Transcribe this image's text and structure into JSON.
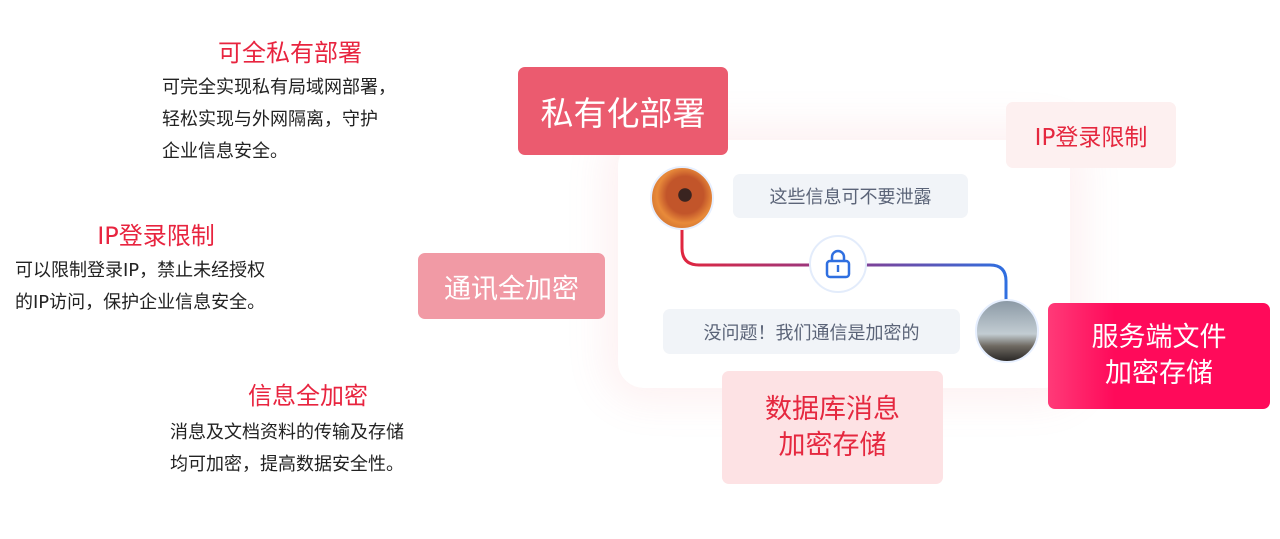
{
  "features": [
    {
      "title": "可全私有部署",
      "lines": [
        "可完全实现私有局域网部署，",
        "轻松实现与外网隔离，守护",
        "企业信息安全。"
      ]
    },
    {
      "title": "IP登录限制",
      "lines": [
        "可以限制登录IP，禁止未经授权",
        "的IP访问，保护企业信息安全。"
      ]
    },
    {
      "title": "信息全加密",
      "lines": [
        "消息及文档资料的传输及存储",
        "均可加密，提高数据安全性。"
      ]
    }
  ],
  "tags": {
    "private_deploy": "私有化部署",
    "ip_limit": "IP登录限制",
    "comm_encrypt": "通讯全加密",
    "server_file": [
      "服务端文件",
      "加密存储"
    ],
    "db_message": [
      "数据库消息",
      "加密存储"
    ]
  },
  "chat": {
    "message1": "这些信息可不要泄露",
    "message2": "没问题！我们通信是加密的"
  },
  "colors": {
    "accent": "#e8243f",
    "primary_tag": "#eb5b6f",
    "hot_tag": "#ff0a5a",
    "line_start": "#e0263f",
    "line_end": "#2f6fe0"
  }
}
